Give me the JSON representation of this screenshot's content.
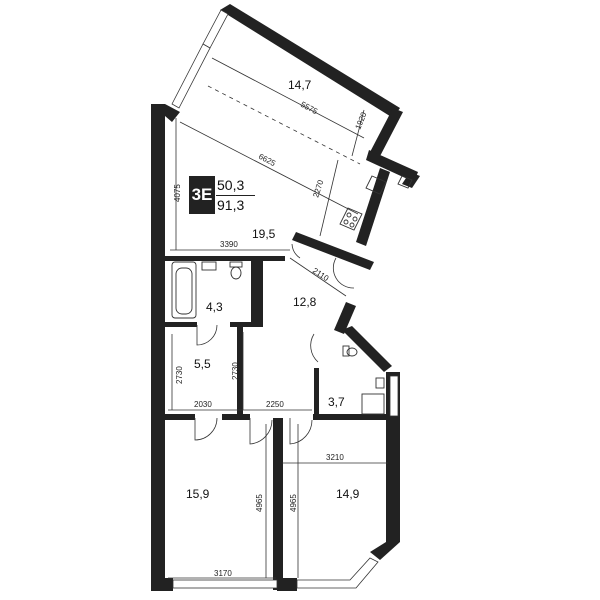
{
  "badge": {
    "code": "3E",
    "living_area": "50,3",
    "total_area": "91,3"
  },
  "rooms": [
    {
      "id": "balcony",
      "area": "14,7"
    },
    {
      "id": "kitchen-living",
      "area": "19,5"
    },
    {
      "id": "bathroom",
      "area": "4,3"
    },
    {
      "id": "hallway",
      "area": "12,8"
    },
    {
      "id": "storage",
      "area": "5,5"
    },
    {
      "id": "wc",
      "area": "3,7"
    },
    {
      "id": "bedroom-left",
      "area": "15,9"
    },
    {
      "id": "bedroom-right",
      "area": "14,9"
    }
  ],
  "dimensions": {
    "d5575": "5575",
    "d1920": "1920",
    "d6625": "6625",
    "d2270": "2270",
    "d4075": "4075",
    "d3390": "3390",
    "d2110": "2110",
    "d2730a": "2730",
    "d2730b": "2730",
    "d2030": "2030",
    "d2250": "2250",
    "d3210": "3210",
    "d4965a": "4965",
    "d4965b": "4965",
    "d3170": "3170"
  },
  "colors": {
    "wall": "#222222",
    "background": "#ffffff"
  }
}
